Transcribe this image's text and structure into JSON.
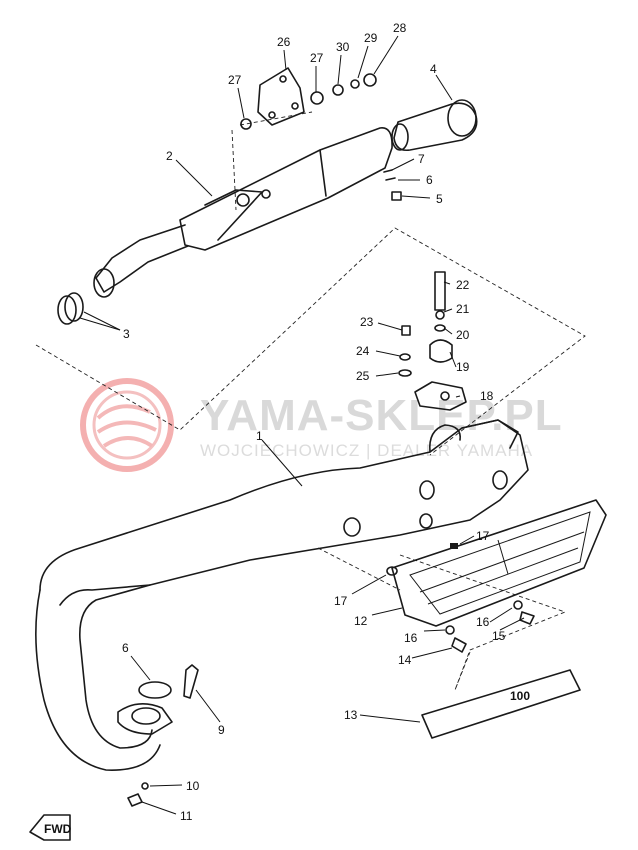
{
  "watermark": {
    "brand": "YAMA-SKLEP.PL",
    "tagline": "WOJCIECHOWICZ | DEALER YAMAHA"
  },
  "fwd_label": "FWD",
  "decal_text": "100",
  "colors": {
    "line": "#1a1a1a",
    "watermark": "#f0a0a0"
  },
  "callouts": [
    {
      "id": "c26",
      "text": "26"
    },
    {
      "id": "c27a",
      "text": "27"
    },
    {
      "id": "c27b",
      "text": "27"
    },
    {
      "id": "c30",
      "text": "30"
    },
    {
      "id": "c29",
      "text": "29"
    },
    {
      "id": "c28",
      "text": "28"
    },
    {
      "id": "c4",
      "text": "4"
    },
    {
      "id": "c2",
      "text": "2"
    },
    {
      "id": "c7",
      "text": "7"
    },
    {
      "id": "c6a",
      "text": "6"
    },
    {
      "id": "c5",
      "text": "5"
    },
    {
      "id": "c3",
      "text": "3"
    },
    {
      "id": "c22",
      "text": "22"
    },
    {
      "id": "c21",
      "text": "21"
    },
    {
      "id": "c23",
      "text": "23"
    },
    {
      "id": "c20",
      "text": "20"
    },
    {
      "id": "c24",
      "text": "24"
    },
    {
      "id": "c19",
      "text": "19"
    },
    {
      "id": "c25",
      "text": "25"
    },
    {
      "id": "c18",
      "text": "18"
    },
    {
      "id": "c1",
      "text": "1"
    },
    {
      "id": "c17a",
      "text": "17"
    },
    {
      "id": "c17b",
      "text": "17"
    },
    {
      "id": "c12",
      "text": "12"
    },
    {
      "id": "c16a",
      "text": "16"
    },
    {
      "id": "c15",
      "text": "15"
    },
    {
      "id": "c16b",
      "text": "16"
    },
    {
      "id": "c14",
      "text": "14"
    },
    {
      "id": "c6b",
      "text": "6"
    },
    {
      "id": "c9",
      "text": "9"
    },
    {
      "id": "c13",
      "text": "13"
    },
    {
      "id": "c10",
      "text": "10"
    },
    {
      "id": "c11",
      "text": "11"
    }
  ]
}
